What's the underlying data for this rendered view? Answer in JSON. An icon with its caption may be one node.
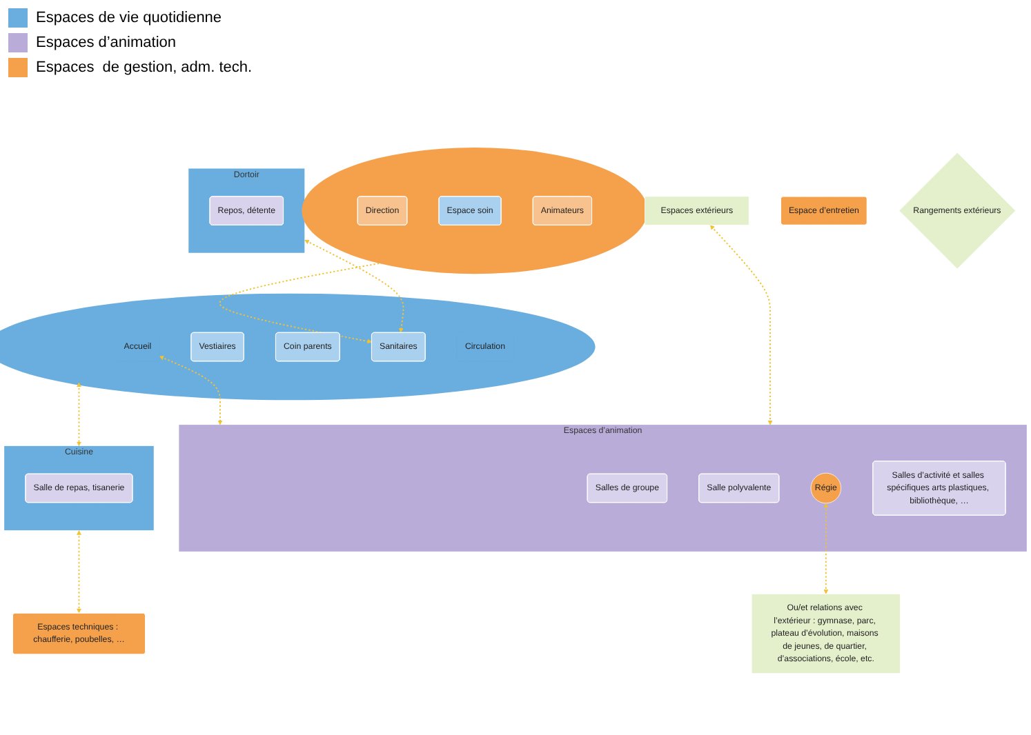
{
  "diagram": {
    "nodes": [
      {
        "text": [],
        "shape": "circle"
      },
      {
        "text": [
          "Accueil"
        ],
        "in": 0
      },
      {
        "text": [
          "Vestiaires"
        ],
        "in": 0
      },
      {
        "text": [
          "Coin parents"
        ],
        "in": 0
      },
      {
        "text": [
          "Sanitaires"
        ],
        "in": 0
      },
      {
        "text": [
          "Circulation"
        ],
        "in": 0
      },
      {
        "text": [],
        "shape": "circle"
      },
      {
        "text": [
          "Direction"
        ],
        "in": 6
      },
      {
        "text": [
          "Espace soin"
        ],
        "in": 6
      },
      {
        "text": [
          "Animateurs"
        ],
        "in": 6
      },
      {
        "text": [
          "Espaces extérieurs"
        ]
      },
      {
        "text": [
          "Dortoir"
        ]
      },
      {
        "text": [
          "Repos, détente"
        ],
        "in": 11
      },
      {
        "text": [
          "Cuisine"
        ]
      },
      {
        "text": [
          "Salle de repas, tisanerie"
        ],
        "in": 13
      },
      {
        "text": [
          "Espaces d’animation"
        ]
      },
      {
        "text": [
          "Salles de groupe"
        ],
        "in": 15
      },
      {
        "text": [
          "Salle polyvalente"
        ],
        "in": 15
      },
      {
        "text": [
          "Régie"
        ],
        "in": 15
      },
      {
        "text": [
          "Salles d’activité et salles spécifiques arts plastiques, bibliothèque, …"
        ],
        "in": 15
      },
      {
        "text": [
          "Espace d’entretien"
        ]
      },
      {
        "text": [
          "Espaces techniques : chaufferie, poubelles, …"
        ]
      },
      {
        "text": [
          "Rangements extérieurs"
        ]
      },
      {
        "text": [
          "Ou/et relations avec l’extérieur : gymnase, parc, plateau d’évolution, maisons de jeunes, de quartier, d’associations, école, etc."
        ]
      }
    ],
    "edges": [
      {
        "from": 10,
        "to": 4,
        "arrow": "both",
        "style": "dashed"
      },
      {
        "from": 11,
        "to": 4,
        "arrow": "both",
        "style": "dashed"
      },
      {
        "from": 1,
        "to": 15,
        "arrow": "both",
        "style": "dashed"
      },
      {
        "from": 0,
        "to": 13,
        "arrow": "both",
        "style": "dashed"
      },
      {
        "from": 10,
        "to": 15,
        "arrow": "both",
        "style": "dashed"
      },
      {
        "from": 18,
        "to": 23,
        "arrow": "both",
        "style": "dashed"
      },
      {
        "from": 13,
        "to": 21,
        "arrow": "both",
        "style": "dashed"
      }
    ],
    "legend": [
      {
        "text": "Espaces de vie quotidienne",
        "color": "#6aaee0"
      },
      {
        "text": "Espaces d’animation",
        "color": "#b9acd9"
      },
      {
        "text": "Espaces  de gestion, adm. tech.",
        "color": "#f5a04a"
      }
    ]
  }
}
